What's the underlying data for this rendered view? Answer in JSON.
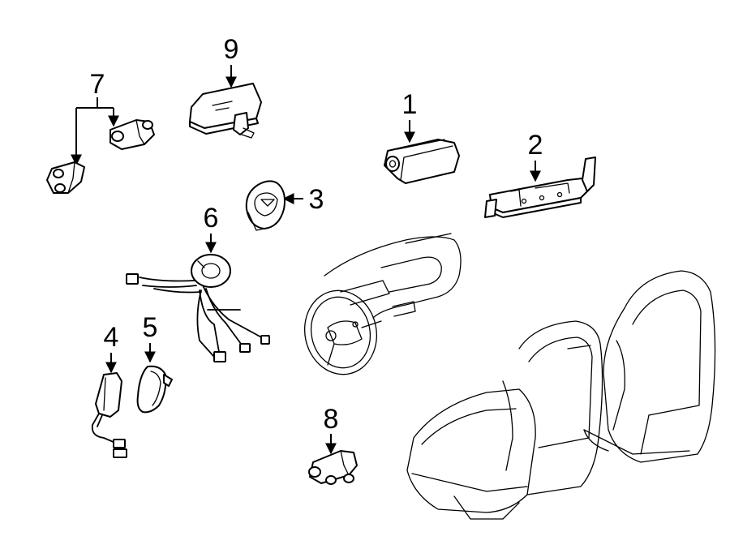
{
  "callouts": {
    "c1": "1",
    "c2": "2",
    "c3": "3",
    "c4": "4",
    "c5": "5",
    "c6": "6",
    "c7": "7",
    "c8": "8",
    "c9": "9"
  },
  "parts": [
    {
      "id": "1",
      "icon": "passenger-airbag-icon"
    },
    {
      "id": "2",
      "icon": "mounting-bracket-icon"
    },
    {
      "id": "3",
      "icon": "driver-airbag-icon"
    },
    {
      "id": "4",
      "icon": "side-airbag-with-harness-icon"
    },
    {
      "id": "5",
      "icon": "side-airbag-icon"
    },
    {
      "id": "6",
      "icon": "clockspring-with-harness-icon"
    },
    {
      "id": "7",
      "icon": "impact-sensor-icon"
    },
    {
      "id": "8",
      "icon": "impact-sensor-icon"
    },
    {
      "id": "9",
      "icon": "airbag-control-module-icon"
    }
  ]
}
